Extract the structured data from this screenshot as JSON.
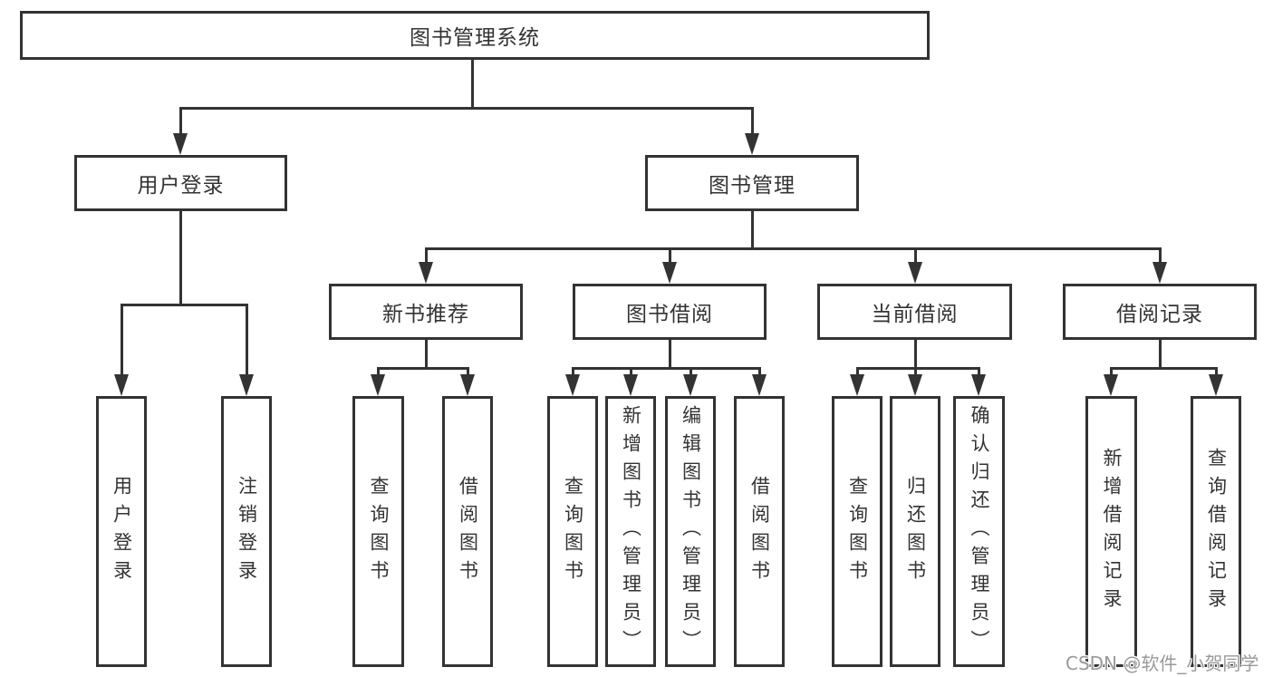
{
  "diagram": {
    "colors": {
      "line": "#333333",
      "text": "#333333",
      "background": "#ffffff",
      "watermark": "#9a9a9a"
    },
    "nodes": {
      "root": {
        "label": "图书管理系统"
      },
      "user_login": {
        "label": "用户登录"
      },
      "book_mgmt": {
        "label": "图书管理"
      },
      "new_book_rec": {
        "label": "新书推荐"
      },
      "book_borrow": {
        "label": "图书借阅"
      },
      "current_borrow": {
        "label": "当前借阅"
      },
      "borrow_records": {
        "label": "借阅记录"
      },
      "leaf_user_login": {
        "label": "用户登录"
      },
      "leaf_logout": {
        "label": "注销登录"
      },
      "leaf_rec_query_book": {
        "label": "查询图书"
      },
      "leaf_rec_borrow_book": {
        "label": "借阅图书"
      },
      "leaf_bor_query_book": {
        "label": "查询图书"
      },
      "leaf_bor_add_book": {
        "label": "新增图书（管理员）"
      },
      "leaf_bor_edit_book": {
        "label": "编辑图书（管理员）"
      },
      "leaf_bor_borrow_book": {
        "label": "借阅图书"
      },
      "leaf_cur_query_book": {
        "label": "查询图书"
      },
      "leaf_cur_return_book": {
        "label": "归还图书"
      },
      "leaf_cur_confirm_return": {
        "label": "确认归还（管理员）"
      },
      "leaf_rcd_add_record": {
        "label": "新增借阅记录"
      },
      "leaf_rcd_query_record": {
        "label": "查询借阅记录"
      }
    },
    "watermark": "CSDN @软件_小贺同学"
  }
}
